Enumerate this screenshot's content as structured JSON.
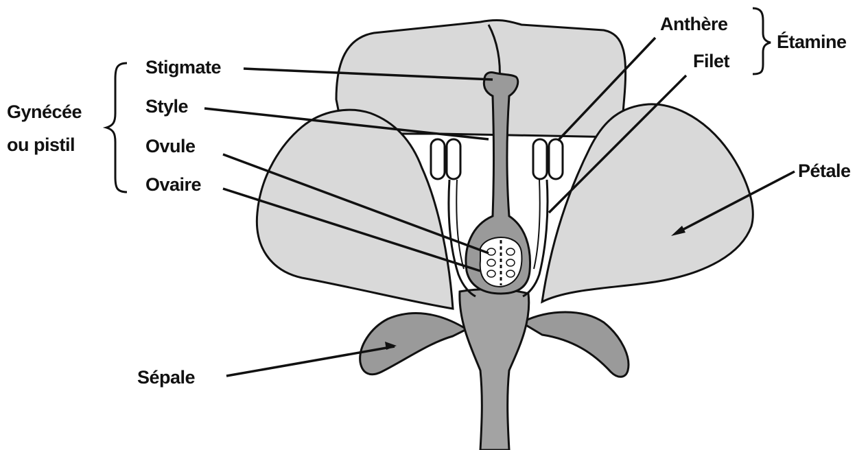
{
  "diagram": {
    "labels": {
      "stigmate": "Stigmate",
      "style": "Style",
      "ovule": "Ovule",
      "ovaire": "Ovaire",
      "gynecee_line1": "Gynécée",
      "gynecee_line2": "ou pistil",
      "anthere": "Anthère",
      "filet": "Filet",
      "etamine": "Étamine",
      "petale": "Pétale",
      "sepale": "Sépale"
    },
    "colors": {
      "petal_fill": "#d9d9d9",
      "pistil_fill": "#9a9a9a",
      "stem_fill": "#a3a3a3",
      "outline": "#111111",
      "ovule_fill": "#ffffff"
    }
  }
}
